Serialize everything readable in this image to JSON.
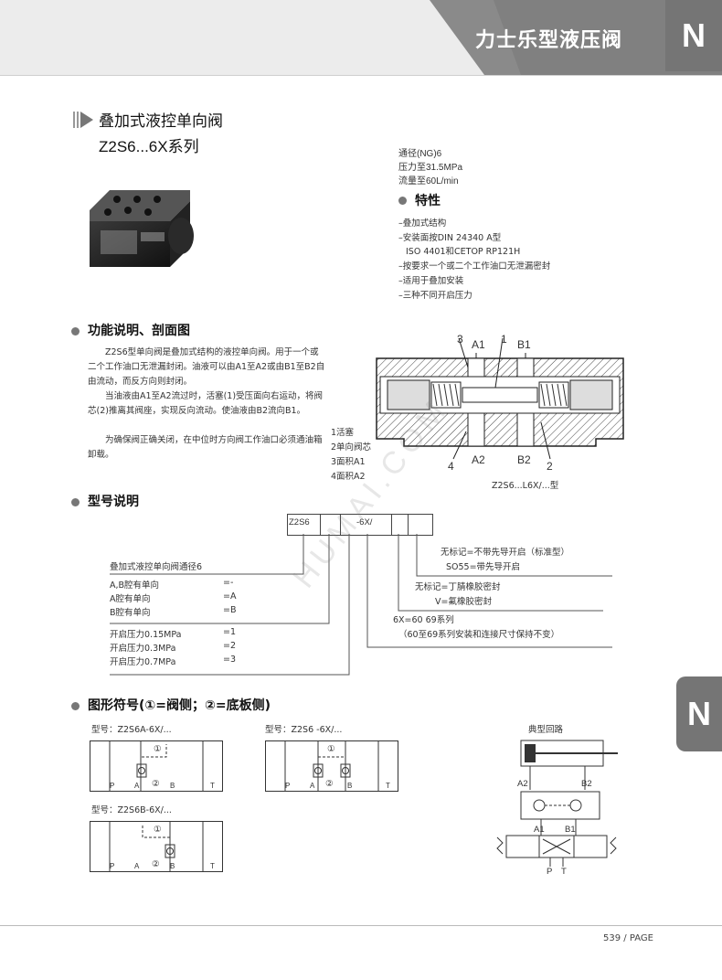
{
  "header": {
    "title": "力士乐型液压阀",
    "tab_letter": "N"
  },
  "product": {
    "title": "叠加式液控单向阀",
    "series": "Z2S6...6X系列"
  },
  "specs": [
    "通径(NG)6",
    "压力至31.5MPa",
    "流量至60L/min"
  ],
  "features": {
    "heading": "特性",
    "items": [
      "–叠加式结构",
      "–安装面按DIN 24340 A型",
      "ISO 4401和CETOP RP121H",
      "–按要求一个或二个工作油口无泄漏密封",
      "–适用于叠加安装",
      "–三种不同开启压力"
    ]
  },
  "function": {
    "heading": "功能说明、剖面图",
    "paragraphs": [
      "Z2S6型单向阀是叠加式结构的液控单向阀。用于一个或二个工作油口无泄漏封闭。油液可以由A1至A2或由B1至B2自由流动，而反方向则封闭。",
      "当油液由A1至A2流过时，活塞(1)受压面向右运动，将阀芯(2)推离其阀座，实现反向流动。使油液由B2流向B1。",
      "为确保阀正确关闭，在中位时方向阀工作油口必须通油箱卸载。"
    ],
    "legend": [
      "1活塞",
      "2单向阀芯",
      "3面积A1",
      "4面积A2"
    ],
    "section_labels": {
      "n3": "3",
      "a1": "A1",
      "n1": "1",
      "b1": "B1",
      "n4": "4",
      "a2": "A2",
      "b2": "B2",
      "n2": "2"
    },
    "caption": "Z2S6...L6X/...型"
  },
  "model": {
    "heading": "型号说明",
    "boxes": [
      "Z2S6",
      "",
      "-6X/",
      "",
      ""
    ],
    "left_rows": [
      {
        "label": "叠加式液控单向阀通径6",
        "code": ""
      },
      {
        "label": "A,B腔有单向",
        "code": "=-"
      },
      {
        "label": "A腔有单向",
        "code": "=A"
      },
      {
        "label": "B腔有单向",
        "code": "=B"
      },
      {
        "label": "开启压力0.15MPa",
        "code": "=1"
      },
      {
        "label": "开启压力0.3MPa",
        "code": "=2"
      },
      {
        "label": "开启压力0.7MPa",
        "code": "=3"
      }
    ],
    "right_rows": [
      "无标记=不带先导开启（标准型）",
      "SO55=带先导开启",
      "无标记=丁腈橡胶密封",
      "V=氟橡胶密封",
      "6X=60   69系列",
      "（60至69系列安装和连接尺寸保持不变）"
    ]
  },
  "symbols": {
    "heading": "图形符号(①=阀侧；②=底板侧)",
    "type_a": "型号：Z2S6A-6X/...",
    "type_ab": "型号：Z2S6 -6X/...",
    "type_b": "型号：Z2S6B-6X/...",
    "circuit": "典型回路",
    "ports": {
      "p": "P",
      "a": "A",
      "b": "B",
      "t": "T",
      "c1": "①",
      "c2": "②",
      "a1": "A1",
      "b1": "B1",
      "a2": "A2",
      "b2": "B2"
    }
  },
  "footer": {
    "page": "539 / PAGE"
  },
  "watermark": "HUMAI.COM"
}
